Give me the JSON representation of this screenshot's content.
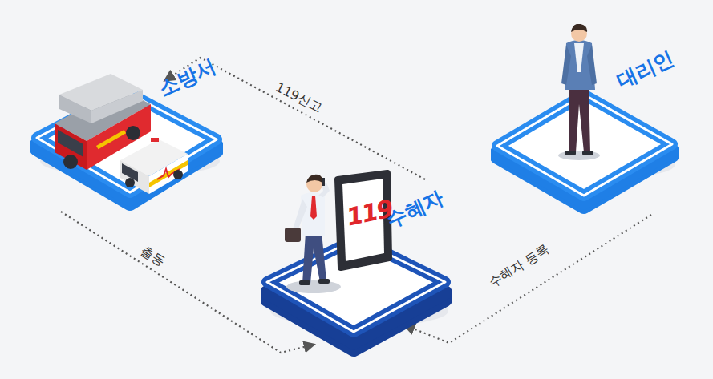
{
  "diagram": {
    "nodes": [
      {
        "text": [
          "소방서"
        ]
      },
      {
        "text": [
          "수혜자"
        ]
      },
      {
        "text": [
          "대리인"
        ]
      }
    ],
    "edges": [
      {
        "from": 1,
        "to": 0,
        "label": "119신고",
        "arrow": "to"
      },
      {
        "from": 0,
        "to": 1,
        "label": "출동",
        "arrow": "to"
      },
      {
        "from": 2,
        "to": 1,
        "label": "수혜자 등록",
        "arrow": "to"
      }
    ],
    "labels": [
      "119"
    ]
  }
}
